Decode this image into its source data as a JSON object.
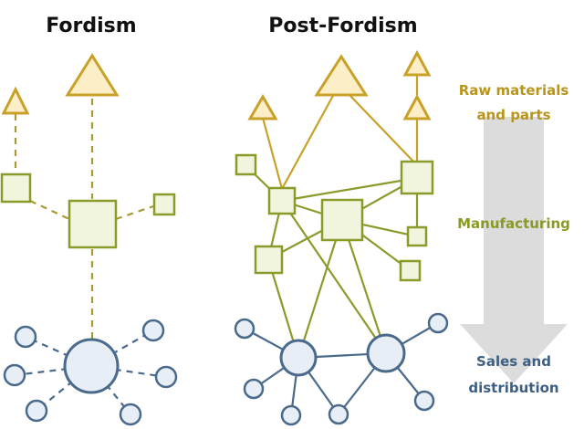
{
  "titles": {
    "left": "Fordism",
    "right": "Post-Fordism"
  },
  "labels": {
    "raw_line1": "Raw materials",
    "raw_line2": "and parts",
    "manufacturing": "Manufacturing",
    "sales_line1": "Sales and",
    "sales_line2": "distribution"
  },
  "colors": {
    "raw_fill": "#FCEFC7",
    "raw_stroke": "#C9A128",
    "mfg_fill": "#F2F5DD",
    "mfg_stroke": "#8C9A2A",
    "sales_fill": "#E7EEF6",
    "sales_stroke": "#4A6A8C",
    "raw_label": "#B8951C",
    "mfg_label": "#8A9A23",
    "sales_label": "#3E5F82",
    "arrow": "#DCDCDC"
  }
}
